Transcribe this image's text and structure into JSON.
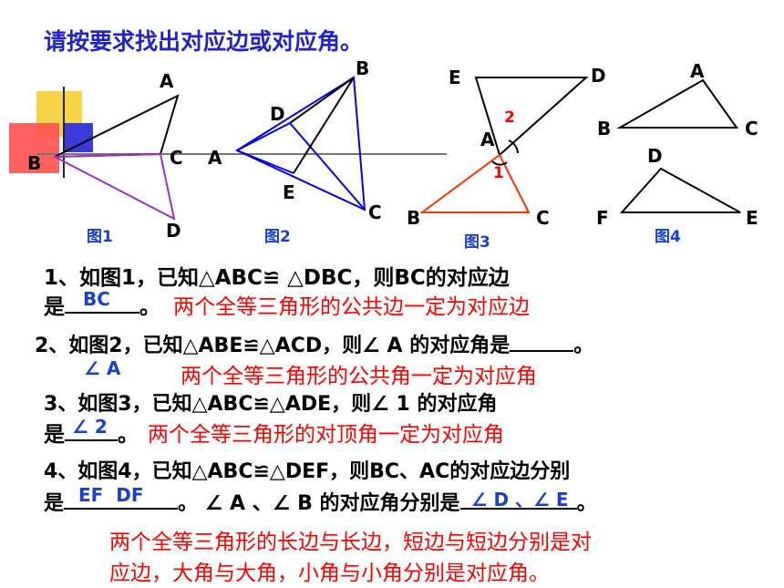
{
  "title": "请按要求找出对应边或对应角。",
  "figures": {
    "fig1": {
      "caption": "图1",
      "points": {
        "A": "A",
        "B": "B",
        "C": "C",
        "D": "D"
      }
    },
    "fig2": {
      "caption": "图2",
      "points": {
        "A": "A",
        "B": "B",
        "C": "C",
        "D": "D",
        "E": "E"
      }
    },
    "fig3": {
      "caption": "图3",
      "points": {
        "A": "A",
        "B": "B",
        "C": "C",
        "D": "D",
        "E": "E"
      },
      "angle_marks": {
        "one": "1",
        "two": "2"
      }
    },
    "fig4": {
      "caption": "图4",
      "points": {
        "A": "A",
        "B": "B",
        "C": "C",
        "D": "D",
        "E": "E",
        "F": "F"
      }
    }
  },
  "questions": {
    "q1": {
      "line1": "1、如图1，已知△ABC≌ △DBC，则BC的对应边",
      "line2_prefix": "是",
      "answer": "BC",
      "line2_suffix": "。",
      "note": "两个全等三角形的公共边一定为对应边"
    },
    "q2": {
      "line1": "2、如图2，已知△ABE≌△ACD，则∠ A 的对应角是",
      "line1_suffix": "。",
      "answer": "∠ A",
      "note": "两个全等三角形的公共角一定为对应角"
    },
    "q3": {
      "line1": "3、如图3，已知△ABC≌△ADE，则∠ 1 的对应角",
      "line2_prefix": "是",
      "answer": "∠ 2",
      "line2_suffix": "。",
      "note": "两个全等三角形的对顶角一定为对应角"
    },
    "q4": {
      "line1": "4、如图4，已知△ABC≌△DEF，则BC、AC的对应边分别",
      "line2_prefix": "是",
      "answer1": "EF  DF",
      "line2_mid": "。 ∠ A 、∠ B 的对应角分别是",
      "answer2": "∠ D 、∠ E",
      "line2_suffix": "。"
    }
  },
  "summary": {
    "line1": "两个全等三角形的长边与长边，短边与短边分别是对",
    "line2": "应边，大角与大角，小角与小角分别是对应角。"
  },
  "colors": {
    "title": "#2222cc",
    "answer": "#1a3fd0",
    "note": "#ff0000",
    "fig1_triangle_abc": "#000000",
    "fig1_triangle_dbc": "#9b30c8",
    "fig2_triangle": "#0000ee",
    "fig3_triangle_bottom": "#ff3300"
  }
}
